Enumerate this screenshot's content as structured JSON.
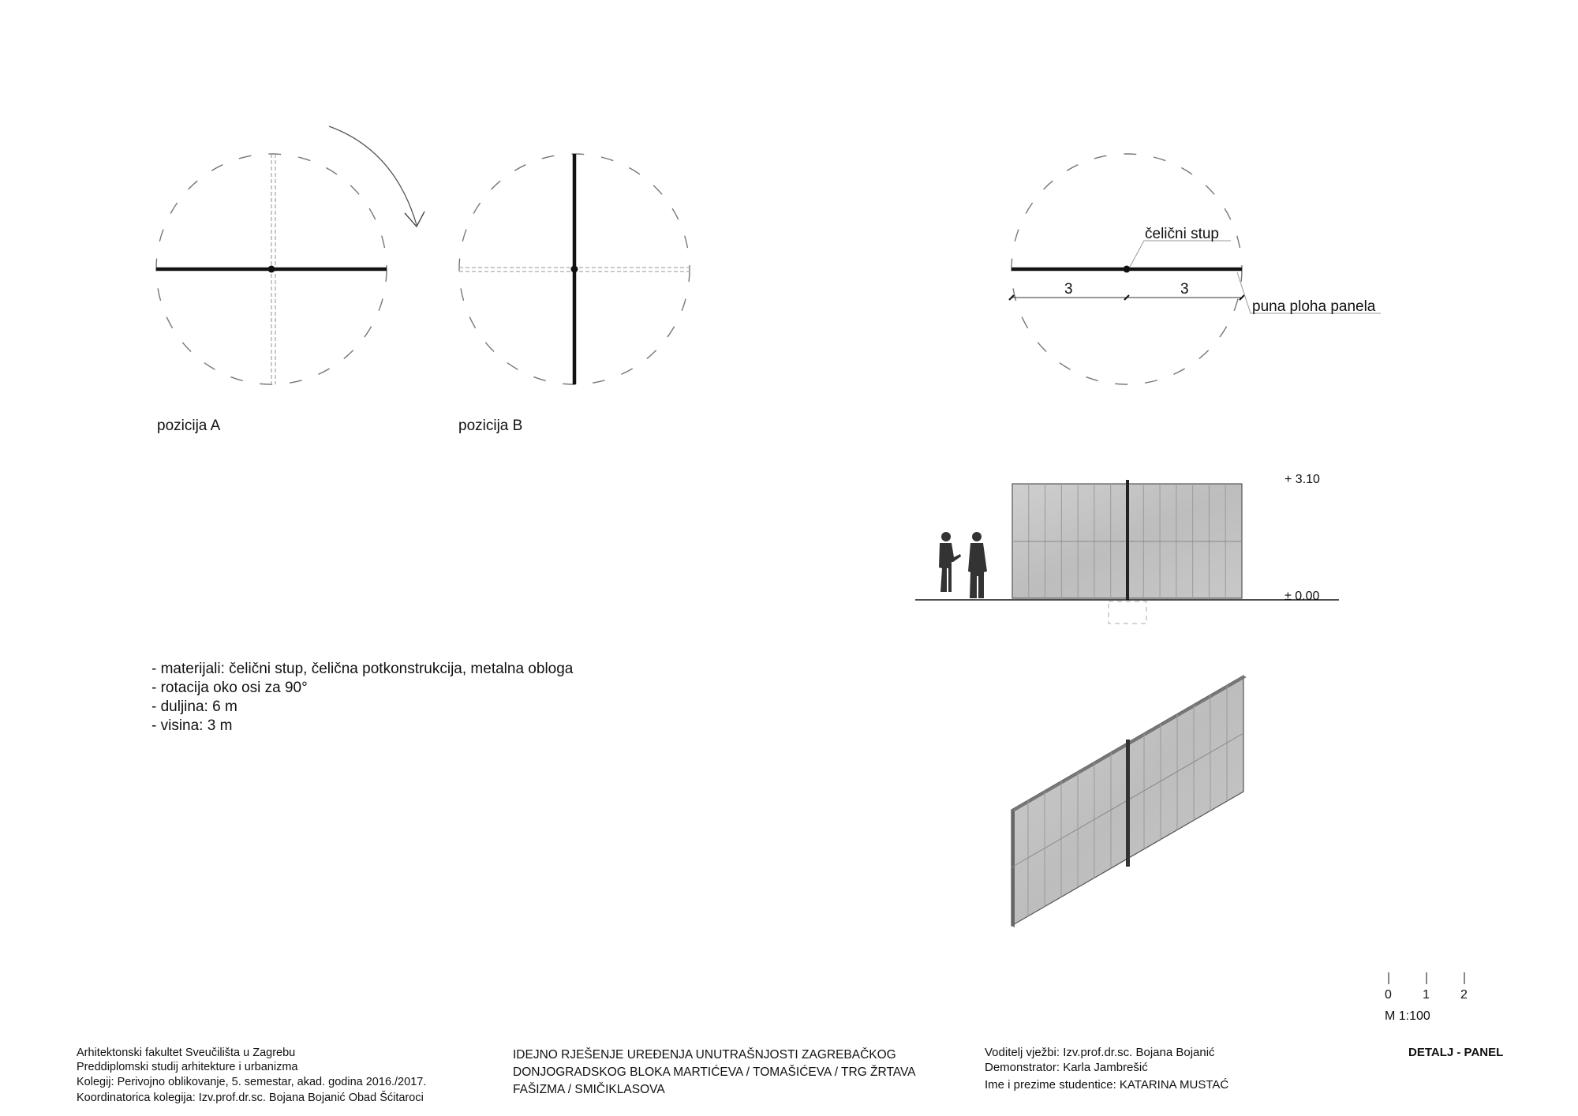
{
  "plan": {
    "position_a": "pozicija A",
    "position_b": "pozicija B",
    "label_column": "čelični stup",
    "label_panel": "puna ploha panela",
    "dim_left": "3",
    "dim_right": "3"
  },
  "materials": [
    "- materijali: čelični stup, čelična potkonstrukcija, metalna obloga",
    "- rotacija oko osi za 90°",
    "- duljina: 6 m",
    "- visina: 3 m"
  ],
  "elevation": {
    "top_level": "+ 3.10",
    "ground_level": "± 0.00"
  },
  "scale_bar": {
    "ticks": [
      "0",
      "1",
      "2"
    ],
    "label": "M 1:100"
  },
  "footer": {
    "school": [
      "Arhitektonski fakultet Sveučilišta u Zagrebu",
      "Preddiplomski studij arhitekture i urbanizma",
      "Kolegij: Perivojno oblikovanje, 5. semestar, akad. godina 2016./2017.",
      "Koordinatorica kolegija: Izv.prof.dr.sc. Bojana Bojanić Obad Šćitaroci"
    ],
    "project": [
      "IDEJNO RJEŠENJE UREĐENJA UNUTRAŠNJOSTI ZAGREBAČKOG",
      "DONJOGRADSKOG BLOKA MARTIĆEVA / TOMAŠIĆEVA / TRG ŽRTAVA",
      "FAŠIZMA / SMIČIKLASOVA"
    ],
    "people": [
      "Voditelj vježbi: Izv.prof.dr.sc. Bojana Bojanić",
      "Demonstrator: Karla Jambrešić",
      "Ime i prezime studentice: KATARINA MUSTAĆ"
    ],
    "sheet_title": "DETALJ - PANEL"
  }
}
